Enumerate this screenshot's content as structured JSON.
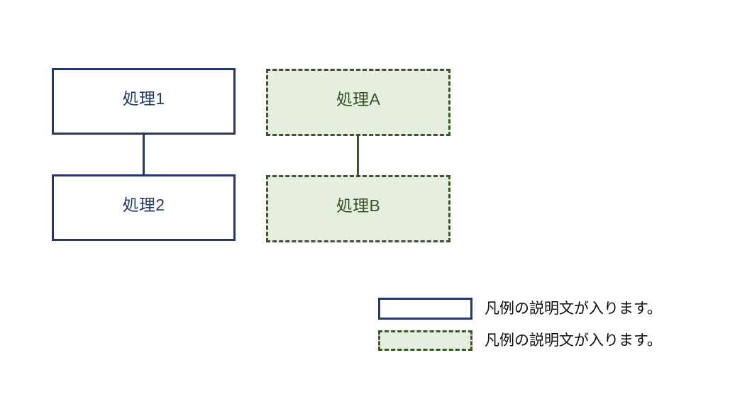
{
  "background_color": "#ffffff",
  "palette": {
    "solid_border": "#24386b",
    "solid_text": "#22386a",
    "solid_fill": "#ffffff",
    "dashed_border": "#3b5627",
    "dashed_text": "#375623",
    "dashed_fill": "#e6efdf",
    "legend_text": "#0d0d0d"
  },
  "diagram": {
    "nodes": [
      {
        "id": "process-1",
        "label": "処理1",
        "style": "solid"
      },
      {
        "id": "process-2",
        "label": "処理2",
        "style": "solid"
      },
      {
        "id": "process-a",
        "label": "処理A",
        "style": "dashed"
      },
      {
        "id": "process-b",
        "label": "処理B",
        "style": "dashed"
      }
    ],
    "connectors": [
      {
        "id": "connector-1-2",
        "from": "process-1",
        "to": "process-2",
        "style": "solid",
        "color": "#24386b"
      },
      {
        "id": "connector-a-b",
        "from": "process-a",
        "to": "process-b",
        "style": "solid",
        "color": "#3b5627"
      }
    ]
  },
  "legend": {
    "items": [
      {
        "swatch": "solid",
        "label": "凡例の説明文が入ります。"
      },
      {
        "swatch": "dashed",
        "label": "凡例の説明文が入ります。"
      }
    ]
  }
}
